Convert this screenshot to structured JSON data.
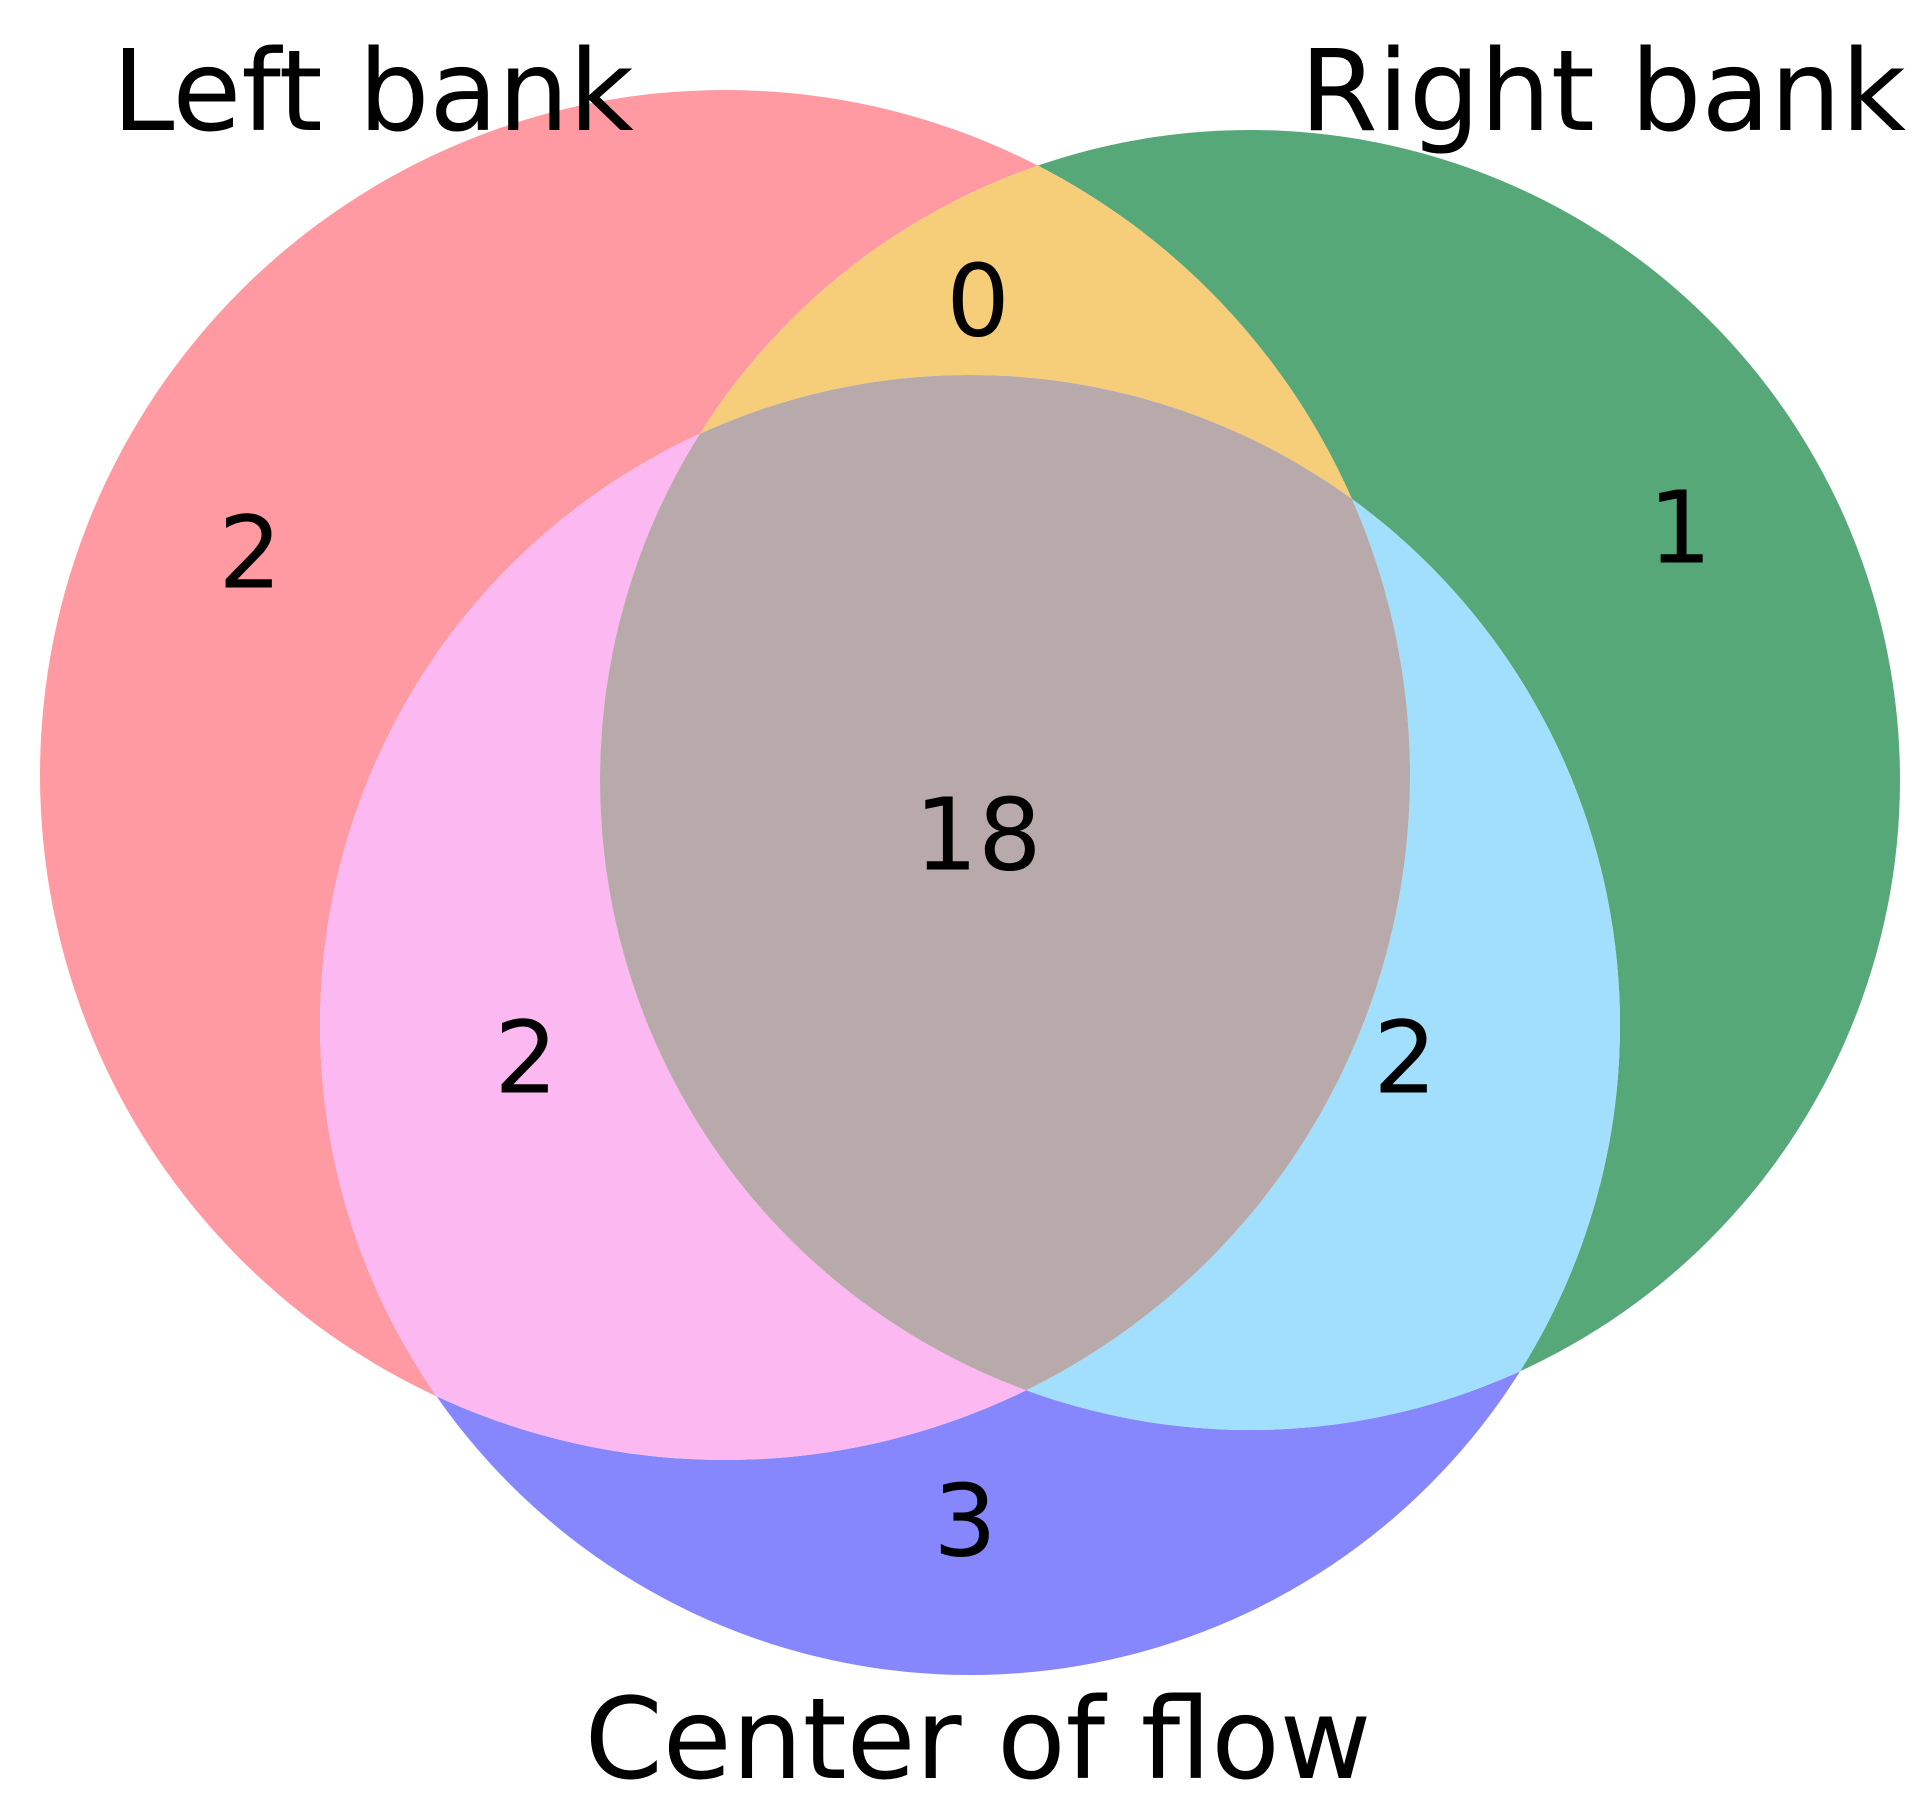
{
  "diagram": {
    "type": "venn",
    "sets": [
      {
        "id": "left",
        "label": "Left bank"
      },
      {
        "id": "right",
        "label": "Right bank"
      },
      {
        "id": "center",
        "label": "Center of flow"
      }
    ],
    "regions": {
      "left_only": "2",
      "right_only": "1",
      "center_only": "3",
      "left_right_only": "0",
      "left_center_only": "2",
      "right_center_only": "2",
      "all_three": "18"
    },
    "colors": {
      "left_only": "#FF9AA2",
      "right_only": "#57A878",
      "center_only": "#8687FC",
      "left_right_only": "#F6CD78",
      "left_center_only": "#FCB8F1",
      "right_center_only": "#A1DFFC",
      "all_three": "#B8A9AA"
    }
  }
}
